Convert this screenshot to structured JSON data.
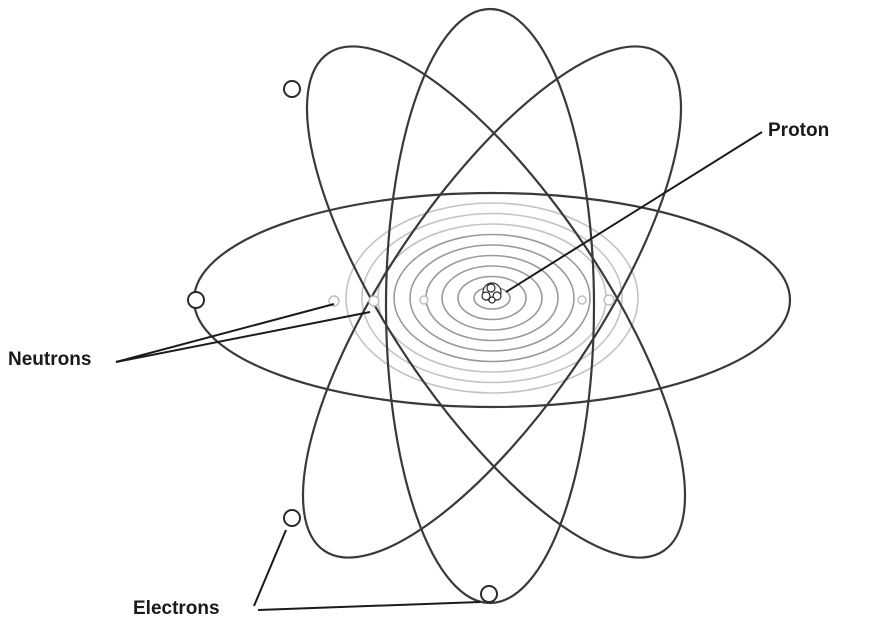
{
  "labels": {
    "proton": "Proton",
    "neutrons": "Neutrons",
    "electrons": "Electrons"
  },
  "colors": {
    "orbit": "#3a3a3a",
    "nucleus_rings": "#9a9a9a",
    "label": "#1a1a1a"
  }
}
